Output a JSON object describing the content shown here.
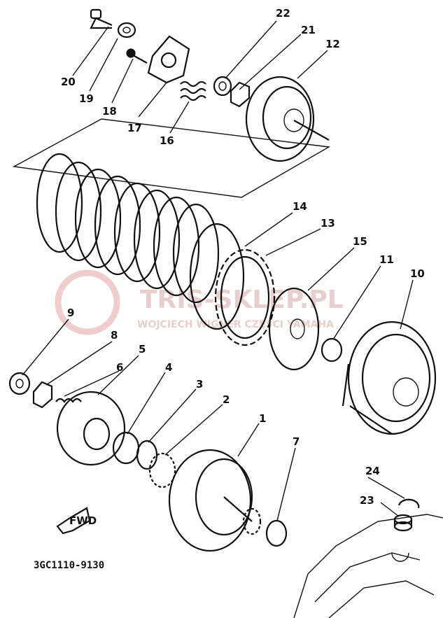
{
  "watermark": {
    "line1": "TRIS-SKLEP.PL",
    "line2": "WOJCIECH WIGNER CZĘŚCI YAMAHA",
    "color": "#e7c9c9"
  },
  "diagram_code": "3GC1110-9130",
  "fwd_label": "FWD",
  "callouts": {
    "p1": "1",
    "p2": "2",
    "p3": "3",
    "p4": "4",
    "p5": "5",
    "p6": "6",
    "p7": "7",
    "p8": "8",
    "p9": "9",
    "p10": "10",
    "p11": "11",
    "p12": "12",
    "p13": "13",
    "p14": "14",
    "p15": "15",
    "p16": "16",
    "p17": "17",
    "p18": "18",
    "p19": "19",
    "p20": "20",
    "p21": "21",
    "p22": "22",
    "p23": "23",
    "p24": "24"
  }
}
